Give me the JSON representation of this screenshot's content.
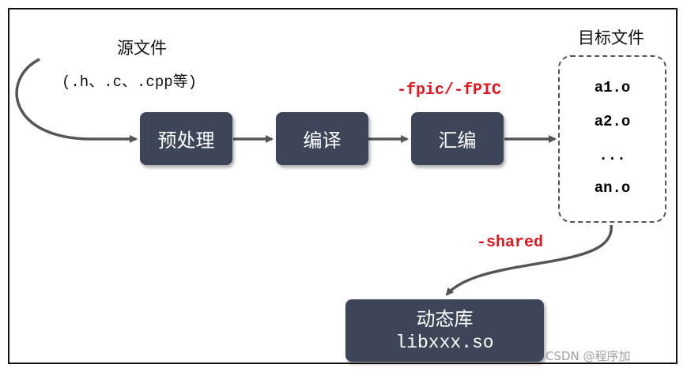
{
  "source": {
    "title": "源文件",
    "subtitle": "(.h、.c、.cpp等)"
  },
  "steps": [
    {
      "label": "预处理"
    },
    {
      "label": "编译"
    },
    {
      "label": "汇编"
    }
  ],
  "fpic_flag": "-fpic/-fPIC",
  "target": {
    "title": "目标文件",
    "files": [
      "a1.o",
      "a2.o",
      "...",
      "an.o"
    ]
  },
  "shared_flag": "-shared",
  "library": {
    "title": "动态库",
    "filename": "libxxx.so"
  },
  "watermark": "CSDN @程序加"
}
